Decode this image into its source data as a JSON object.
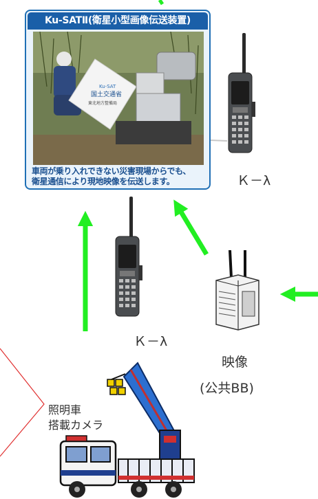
{
  "card": {
    "title": "Ku-SATⅡ(衛星小型画像伝送装置)",
    "caption_line1": "車両が乗り入れできない災害現場からでも、",
    "caption_line2": "衛星通信により現地映像を伝送します。",
    "photo_sign_line1": "Ku-SAT",
    "photo_sign_line2": "国土交通省",
    "photo_sign_line3": "東北地方整備局"
  },
  "labels": {
    "radio_right": "Ｋ－λ",
    "radio_left": "Ｋ－λ",
    "video_line1": "映像",
    "video_line2": "(公共BB)",
    "truck_line1": "照明車",
    "truck_line2": "搭載カメラ"
  },
  "colors": {
    "arrow": "#22ee22",
    "callout": "#e03030",
    "card_blue": "#1a5fa8",
    "card_bg": "#eaf3fb"
  }
}
